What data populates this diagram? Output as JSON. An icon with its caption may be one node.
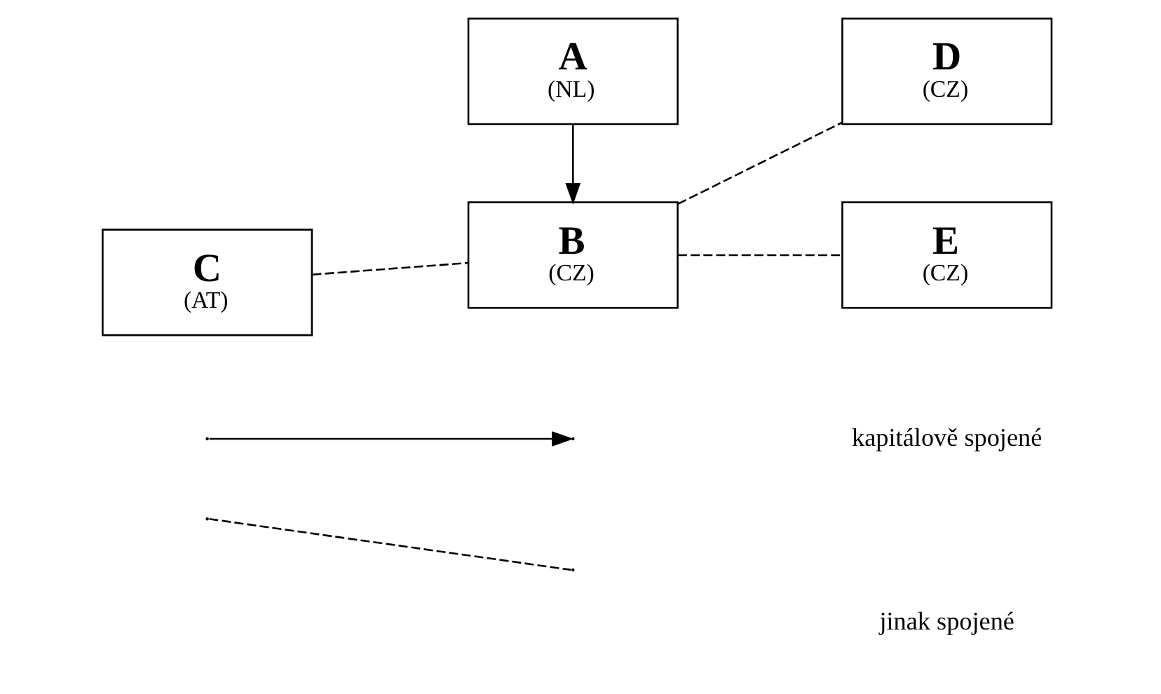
{
  "diagram": {
    "nodes": [
      {
        "text": [
          "A",
          "(NL)"
        ]
      },
      {
        "text": [
          "B",
          "(CZ)"
        ]
      },
      {
        "text": [
          "C",
          "(AT)"
        ]
      },
      {
        "text": [
          "D",
          "(CZ)"
        ]
      },
      {
        "text": [
          "E",
          "(CZ)"
        ]
      }
    ],
    "edges": [
      {
        "from": 0,
        "to": 1,
        "arrow": "to"
      },
      {
        "from": 2,
        "to": 1,
        "arrow": "none",
        "style": "dashed"
      },
      {
        "from": 1,
        "to": 3,
        "arrow": "none",
        "style": "dashed"
      },
      {
        "from": 1,
        "to": 4,
        "arrow": "none",
        "style": "dashed"
      }
    ],
    "legend": [
      {
        "text": "kapitálově spojené"
      },
      {
        "text": "jinak spojené"
      }
    ]
  }
}
